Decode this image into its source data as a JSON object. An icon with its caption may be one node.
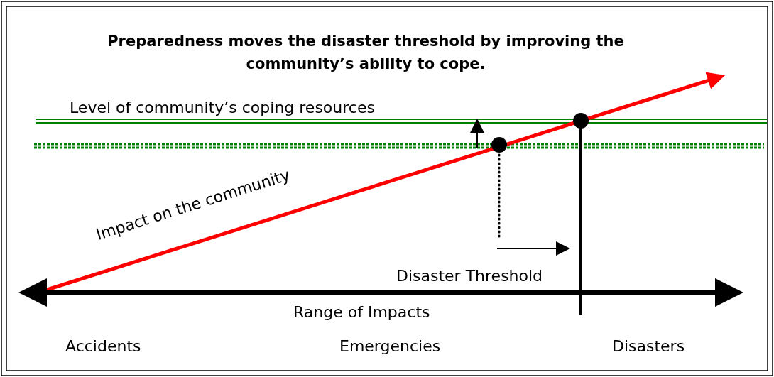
{
  "diagram": {
    "title": "Preparedness moves the disaster threshold by improving the community’s ability to cope.",
    "labels": [
      "Level of community’s coping resources",
      "Impact on the community",
      "Disaster Threshold",
      "Range of Impacts",
      "Accidents",
      "Emergencies",
      "Disasters"
    ]
  }
}
